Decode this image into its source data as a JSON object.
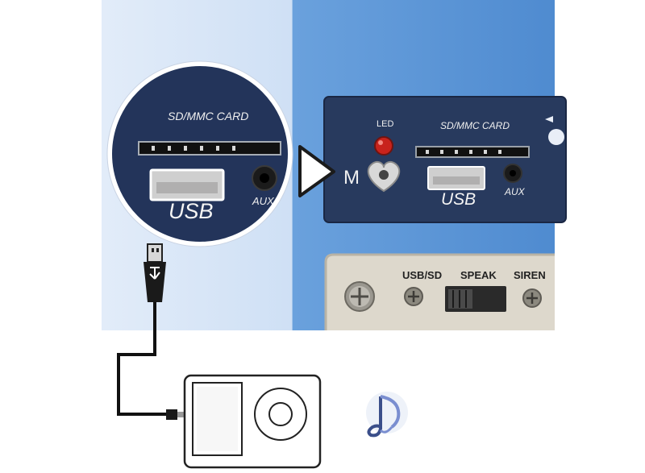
{
  "zoom_callout": {
    "card_label": "SD/MMC CARD",
    "usb_label": "USB",
    "aux_label": "AUX",
    "icon": "magnifier-circle"
  },
  "panel": {
    "led_label": "LED",
    "mode_label": "M",
    "card_label": "SD/MMC CARD",
    "usb_label": "USB",
    "aux_label": "AUX"
  },
  "switch_plate": {
    "usb_sd_label": "USB/SD",
    "speak_label": "SPEAK",
    "siren_label": "SIREN"
  },
  "icons": {
    "arrow": "triangle-arrow-icon",
    "player": "mp3-player-icon",
    "music": "music-note-icon",
    "cable": "usb-cable-icon"
  },
  "colors": {
    "photo_bg_left": "#d7e6f8",
    "photo_bg_right": "#5b95d6",
    "panel": "#2a3a5c",
    "plate": "#ddd8cc",
    "led": "#c8231c"
  }
}
